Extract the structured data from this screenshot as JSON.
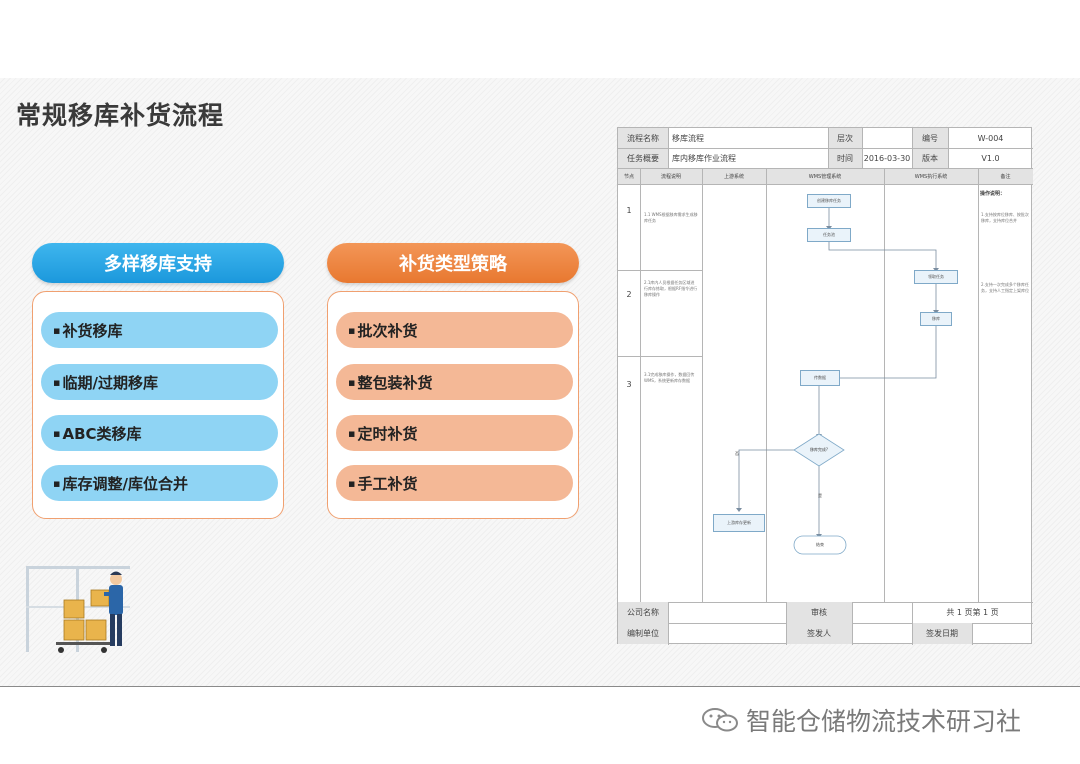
{
  "title": "常规移库补货流程",
  "left_column": {
    "header": "多样移库支持",
    "items": [
      "补货移库",
      "临期/过期移库",
      "ABC类移库",
      "库存调整/库位合并"
    ]
  },
  "right_column": {
    "header": "补货类型策略",
    "items": [
      "批次补货",
      "整包装补货",
      "定时补货",
      "手工补货"
    ]
  },
  "bullet": "▪",
  "flow_doc": {
    "row1": {
      "label": "流程名称",
      "value": "移库流程",
      "level_label": "层次",
      "level_value": "",
      "no_label": "编号",
      "no_value": "W-004"
    },
    "row2": {
      "label": "任务概要",
      "value": "库内移库作业流程",
      "time_label": "时间",
      "time_value": "2016-03-30",
      "ver_label": "版本",
      "ver_value": "V1.0"
    },
    "columns": [
      "节点",
      "流程说明",
      "上游系统",
      "WMS管理系统",
      "WMS执行系统",
      "备注"
    ],
    "nodes": [
      "1",
      "2",
      "3"
    ],
    "steps": [
      "1.1 WMS根据移库需求生成移库任务",
      "2.1库内人员根据任务区域进行库存拣取，根据RF指令进行移库操作",
      "3.1完成移库操作，数据回传WMS，系统更新库存数据"
    ],
    "boxes": [
      "创建移库任务",
      "任务池",
      "领取任务",
      "移库",
      "传数据",
      "移库完成?",
      "上游库存更新",
      "结束"
    ],
    "branch_labels": [
      "否",
      "是"
    ],
    "remarks_title": "操作说明：",
    "remarks": [
      "1.支持按库位移库、按批次移库，支持库位合并",
      "2.支持一次完成多个移库任务，支持人工指定上架库位"
    ],
    "footer1": {
      "company_label": "公司名称",
      "company_value": "",
      "review_label": "审核",
      "review_value": "",
      "page_text": "共 1 页第 1 页"
    },
    "footer2": {
      "dept_label": "编制单位",
      "dept_value": "",
      "issuer_label": "签发人",
      "issuer_value": "",
      "date_label": "签发日期",
      "date_value": ""
    }
  },
  "watermark": "智能仓储物流技术研习社",
  "colors": {
    "blue_header": "#1b98dc",
    "orange_header": "#e87830",
    "blue_pill": "#8fd4f4",
    "orange_pill": "#f4b896",
    "panel_border": "#f0a070"
  }
}
